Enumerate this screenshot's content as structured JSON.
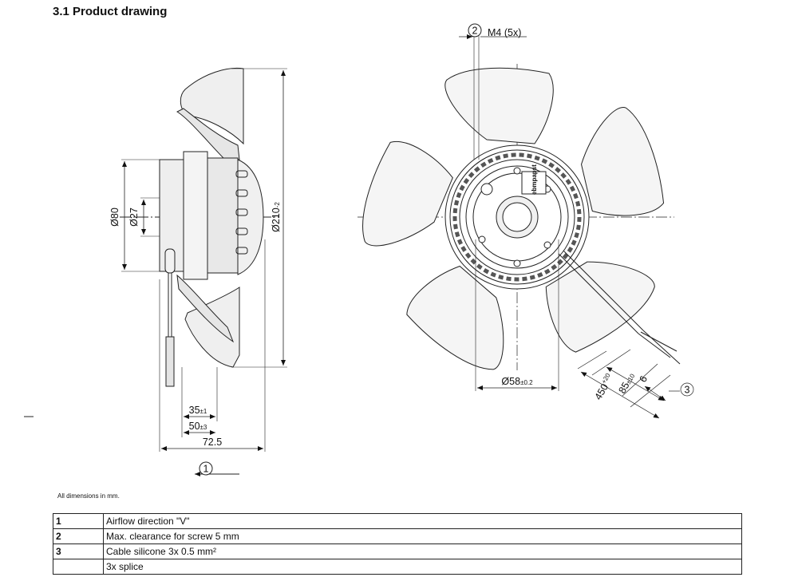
{
  "title": "3.1 Product drawing",
  "side_view": {
    "dims": {
      "d80": "Ø80",
      "d27": "Ø27",
      "d210": "Ø210",
      "d210_tol": "-2",
      "len35": "35",
      "len35_tol": "±1",
      "len50": "50",
      "len50_tol": "±3",
      "len72": "72.5"
    },
    "callout_airflow": "1"
  },
  "front_view": {
    "screw_note": "M4 (5x)",
    "callout_clearance": "2",
    "callout_cable": "3",
    "dims": {
      "d58": "Ø58",
      "d58_tol": "±0.2",
      "len6": "6",
      "len85": "85",
      "len85_tol": "±10",
      "len450": "450",
      "len450_tol": "+20"
    },
    "label_text": "ebmpapst"
  },
  "note": "All dimensions in mm.",
  "legend": [
    {
      "num": "1",
      "text": "Airflow direction \"V\""
    },
    {
      "num": "2",
      "text": "Max. clearance for screw 5 mm"
    },
    {
      "num": "3",
      "text": "Cable silicone 3x 0.5 mm²"
    },
    {
      "num": "",
      "text": "3x splice"
    }
  ]
}
